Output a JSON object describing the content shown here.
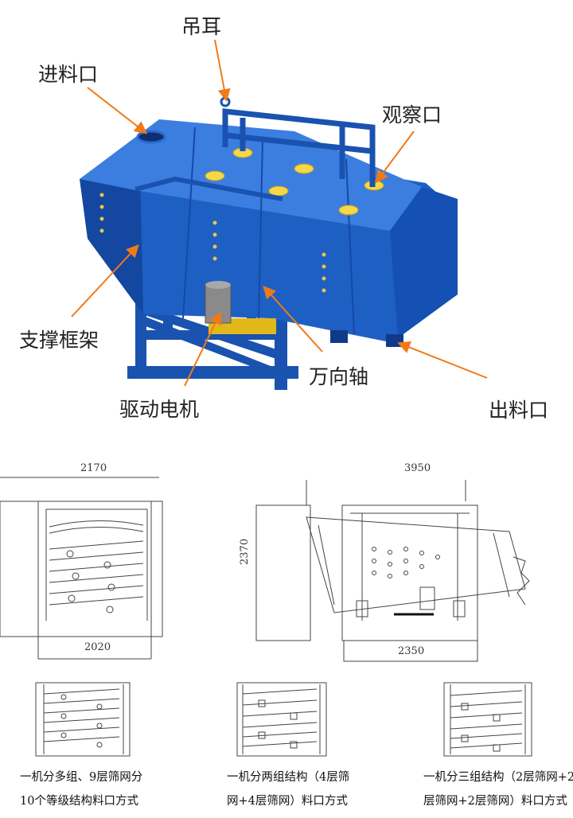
{
  "machine": {
    "labels": {
      "feed_inlet": "进料口",
      "lifting_lug": "吊耳",
      "inspection_port": "观察口",
      "support_frame": "支撑框架",
      "universal_shaft": "万向轴",
      "drive_motor": "驱动电机",
      "discharge_outlet": "出料口"
    },
    "colors": {
      "body": "#1e5fc4",
      "body_dark": "#1347a0",
      "body_light": "#3c7ee0",
      "port": "#f2d84a",
      "arrow": "#f07a18"
    }
  },
  "drawings": {
    "side_view": {
      "top_dim": "2170",
      "bottom_dim": "2020"
    },
    "front_view": {
      "top_dim": "3950",
      "left_dim": "2370",
      "bottom_dim": "2350"
    }
  },
  "captions": {
    "left": {
      "line1": "一机分多组、9层筛网分",
      "line2": "10个等级结构料口方式"
    },
    "middle": {
      "line1": "一机分两组结构（4层筛",
      "line2": "网+4层筛网）料口方式"
    },
    "right": {
      "line1": "一机分三组结构（2层筛网+2",
      "line2": "层筛网+2层筛网）料口方式"
    }
  }
}
